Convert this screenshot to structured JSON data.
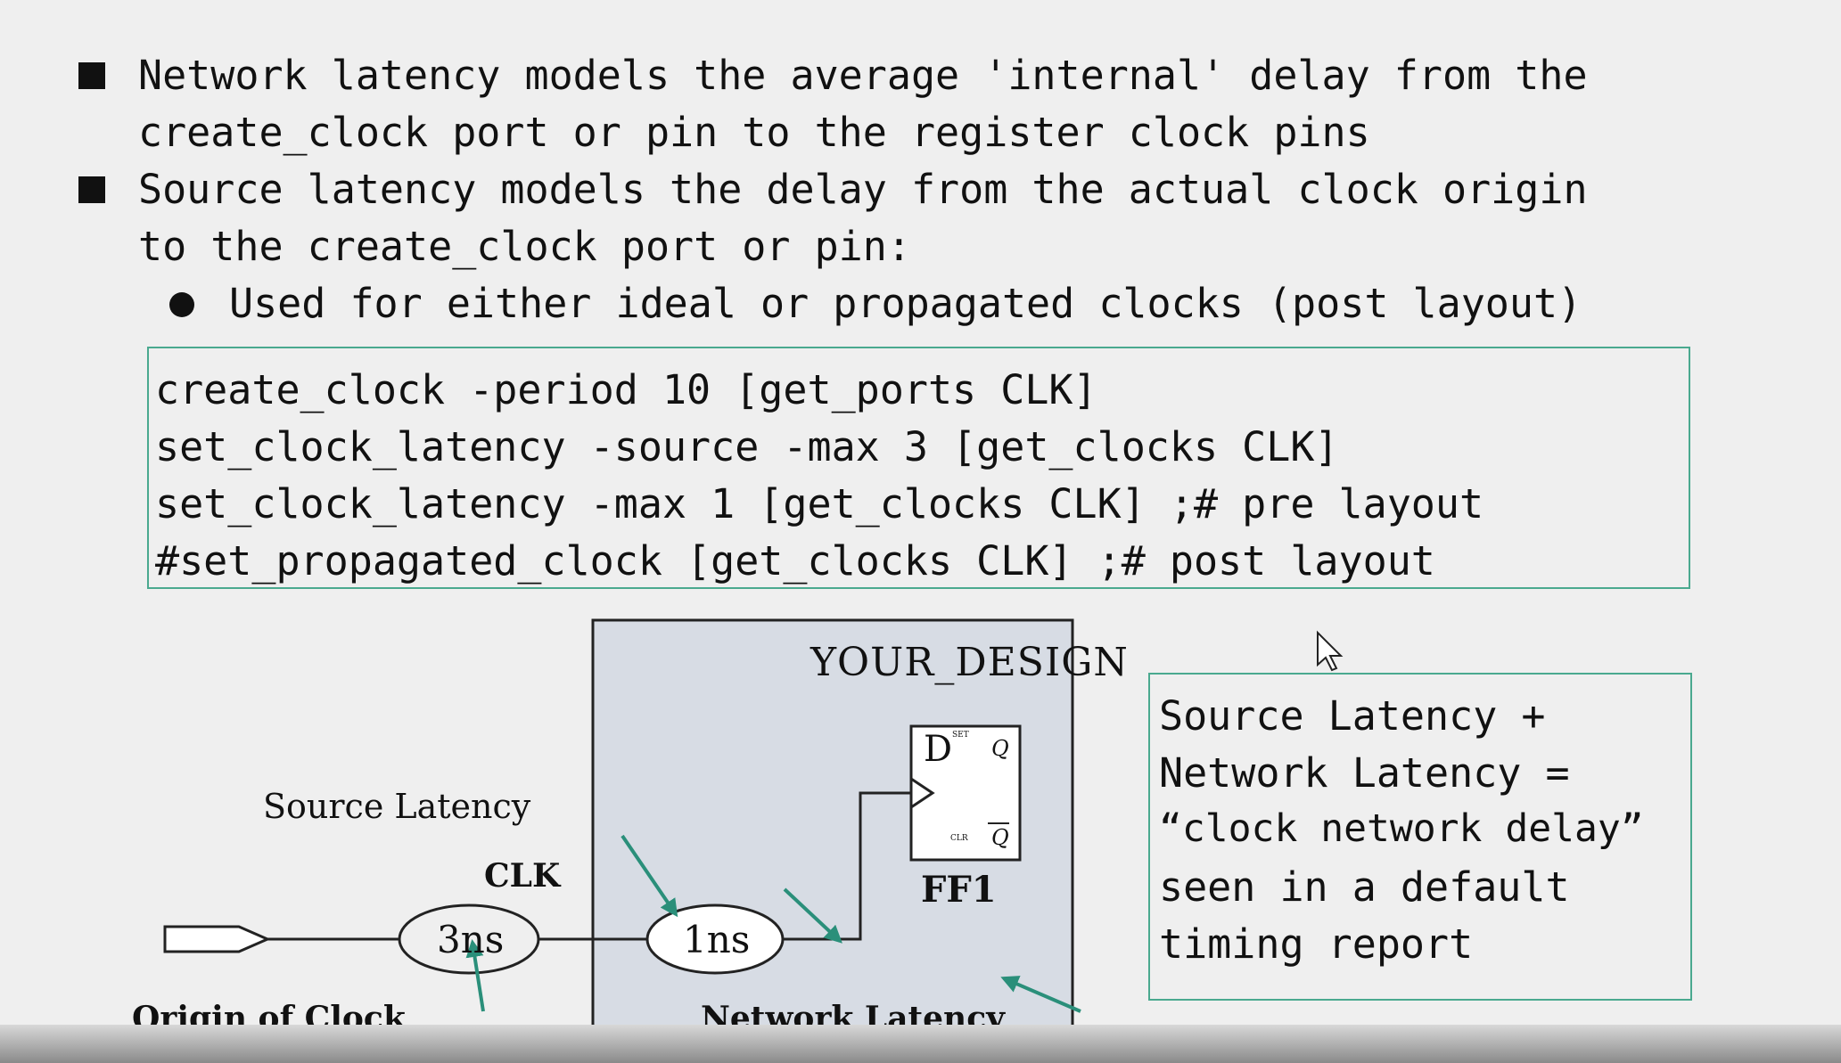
{
  "bullets": [
    {
      "lines": [
        "Network latency models the average 'internal' delay from the",
        "create_clock port or pin to the register clock pins"
      ]
    },
    {
      "lines": [
        "Source latency models the delay from the actual clock origin",
        "to the create_clock port or pin:"
      ]
    }
  ],
  "sub_bullet": "Used for either ideal or propagated clocks (post layout)",
  "code_lines": [
    "create_clock -period 10 [get_ports CLK]",
    "set_clock_latency -source -max 3 [get_clocks CLK]",
    "set_clock_latency -max 1 [get_clocks CLK] ;# pre layout",
    "#set_propagated_clock [get_clocks CLK] ;# post layout"
  ],
  "diagram": {
    "design_label": "YOUR_DESIGN",
    "source_latency_label": "Source Latency",
    "clk_label": "CLK",
    "source_delay": "3ns",
    "network_delay": "1ns",
    "ff_d": "D",
    "ff_q": "Q",
    "ff_qbar": "Q",
    "ff_set": "SET",
    "ff_clr": "CLR",
    "ff_name": "FF1",
    "origin_label": "Origin of Clock",
    "network_latency_label": "Network Latency",
    "accent_color": "#2a8f7a"
  },
  "note_lines": [
    "Source Latency +",
    "Network Latency =",
    "“clock network delay”",
    "seen in a default",
    "timing report"
  ]
}
